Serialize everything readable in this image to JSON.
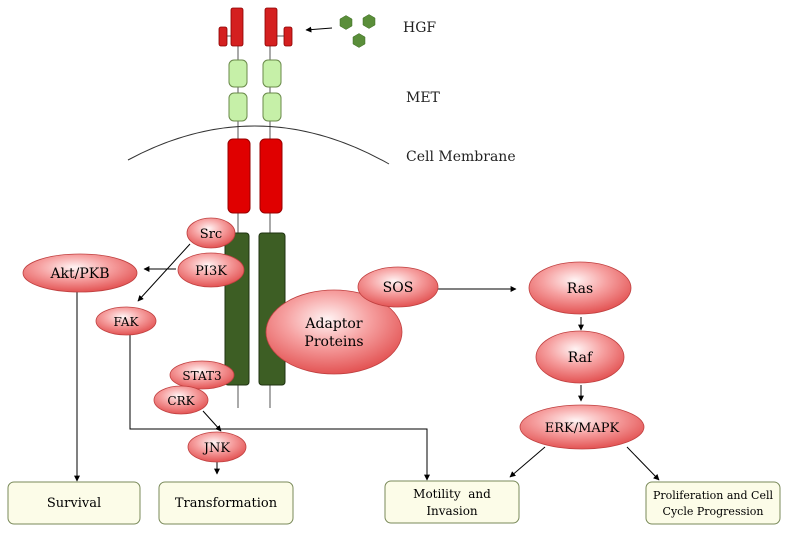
{
  "labels": {
    "hgf": "HGF",
    "met": "MET",
    "membrane": "Cell Membrane"
  },
  "nodes": {
    "src": "Src",
    "akt": "Akt/PKB",
    "pi3k": "PI3K",
    "fak": "FAK",
    "sos": "SOS",
    "adaptor_line1": "Adaptor",
    "adaptor_line2": "Proteins",
    "ras": "Ras",
    "raf": "Raf",
    "erk": "ERK/MAPK",
    "stat3": "STAT3",
    "crk": "CRK",
    "jnk": "JNK"
  },
  "outcomes": {
    "survival": "Survival",
    "transformation": "Transformation",
    "motility_line1": "Motility  and",
    "motility_line2": "Invasion",
    "proliferation_line1": "Proliferation and Cell",
    "proliferation_line2": "Cycle Progression"
  },
  "colors": {
    "receptor_red": "#e00000",
    "receptor_green": "#3d5e24",
    "met_domain": "#c6f0a8",
    "ligand": "#5a8e3a",
    "node_fill": "#f08080",
    "outcome_fill": "#fcfce8",
    "outcome_stroke": "#7a8a5a"
  }
}
